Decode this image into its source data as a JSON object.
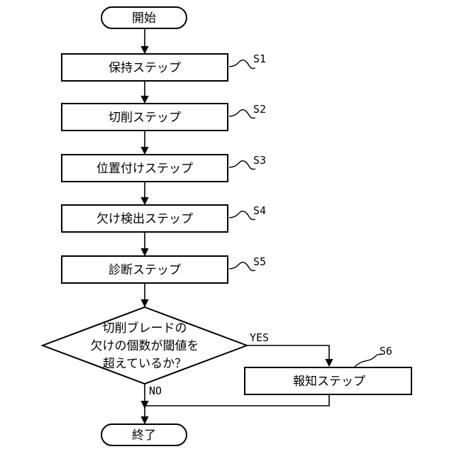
{
  "start": {
    "label": "開始"
  },
  "steps": [
    {
      "label": "保持ステップ",
      "ref": "S1"
    },
    {
      "label": "切削ステップ",
      "ref": "S2"
    },
    {
      "label": "位置付けステップ",
      "ref": "S3"
    },
    {
      "label": "欠け検出ステップ",
      "ref": "S4"
    },
    {
      "label": "診断ステップ",
      "ref": "S5"
    }
  ],
  "decision": {
    "lines": [
      "切削ブレードの",
      "欠けの個数が閾値を",
      "超えているか？"
    ],
    "yes_label": "YES",
    "no_label": "NO"
  },
  "notify": {
    "label": "報知ステップ",
    "ref": "S6"
  },
  "end": {
    "label": "終了"
  }
}
